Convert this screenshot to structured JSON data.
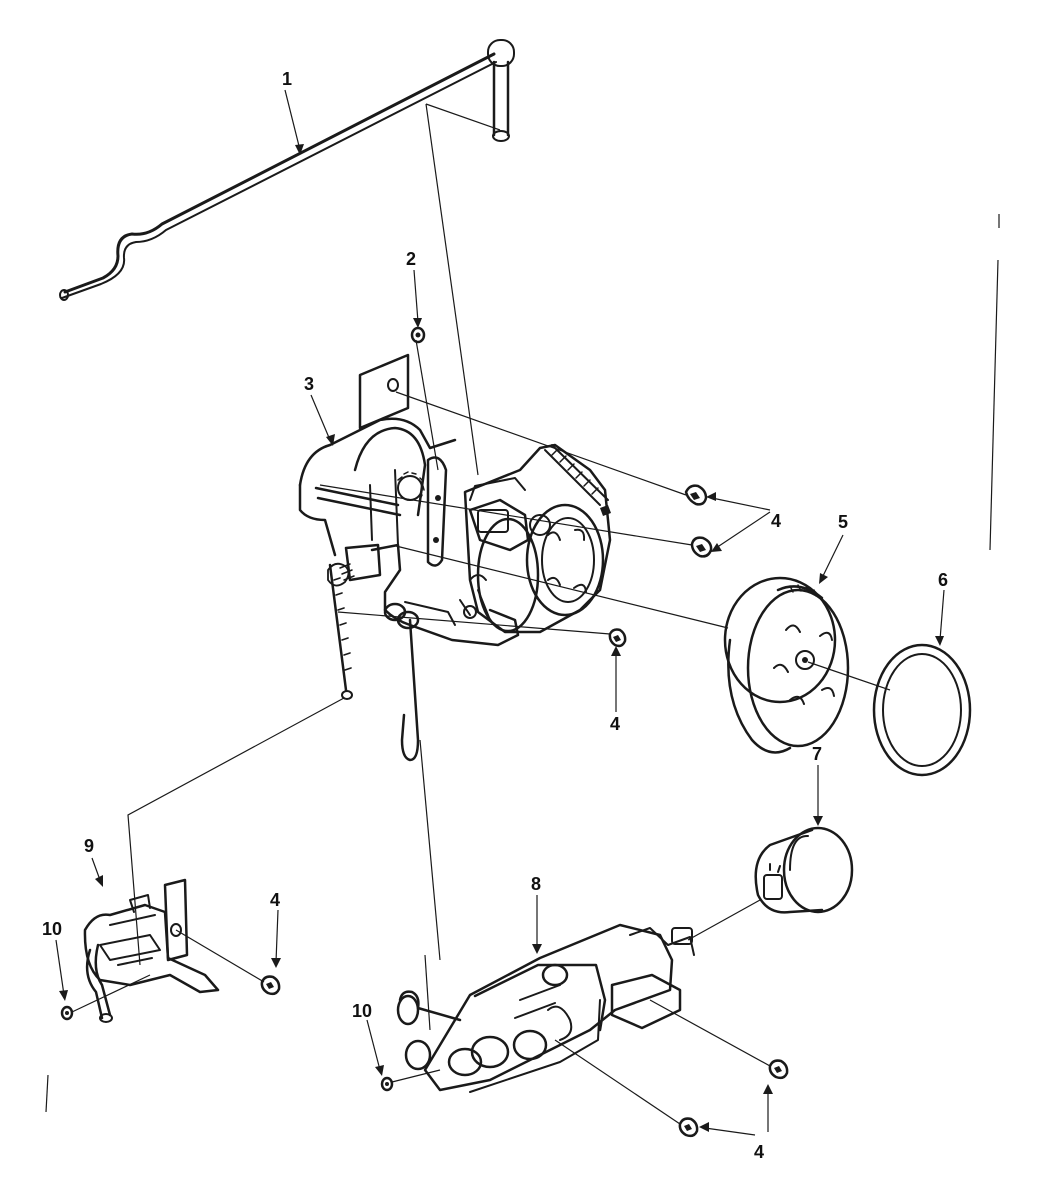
{
  "diagram": {
    "type": "exploded-parts-diagram",
    "background_color": "#ffffff",
    "ink_color": "#1a1a1a",
    "callouts": [
      {
        "id": "c1",
        "label": "1"
      },
      {
        "id": "c2",
        "label": "2"
      },
      {
        "id": "c3",
        "label": "3"
      },
      {
        "id": "c4a",
        "label": "4"
      },
      {
        "id": "c4b",
        "label": "4"
      },
      {
        "id": "c4c",
        "label": "4"
      },
      {
        "id": "c4d",
        "label": "4"
      },
      {
        "id": "c5",
        "label": "5"
      },
      {
        "id": "c6",
        "label": "6"
      },
      {
        "id": "c7",
        "label": "7"
      },
      {
        "id": "c8",
        "label": "8"
      },
      {
        "id": "c9",
        "label": "9"
      },
      {
        "id": "c10a",
        "label": "10"
      },
      {
        "id": "c10b",
        "label": "10"
      }
    ]
  }
}
